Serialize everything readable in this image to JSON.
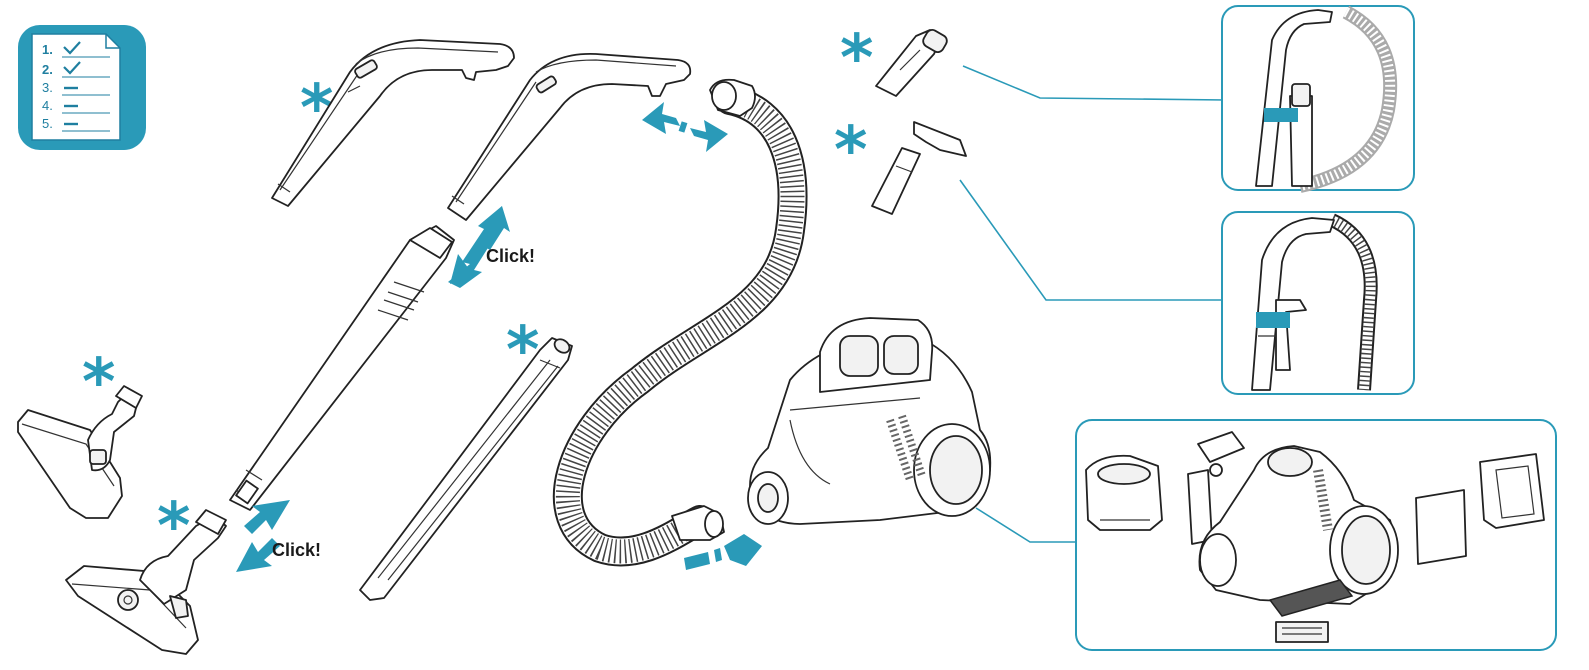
{
  "checklist": {
    "items": [
      {
        "number": "1.",
        "mark": "✓"
      },
      {
        "number": "2.",
        "mark": "✓"
      },
      {
        "number": "3.",
        "mark": "—"
      },
      {
        "number": "4.",
        "mark": "—"
      },
      {
        "number": "5.",
        "mark": "—"
      }
    ]
  },
  "labels": {
    "click_upper": "Click!",
    "click_lower": "Click!",
    "asterisk": "*"
  },
  "colors": {
    "accent": "#2a9ab8",
    "checklist_bg": "#2a9ab8",
    "outline": "#222222"
  }
}
